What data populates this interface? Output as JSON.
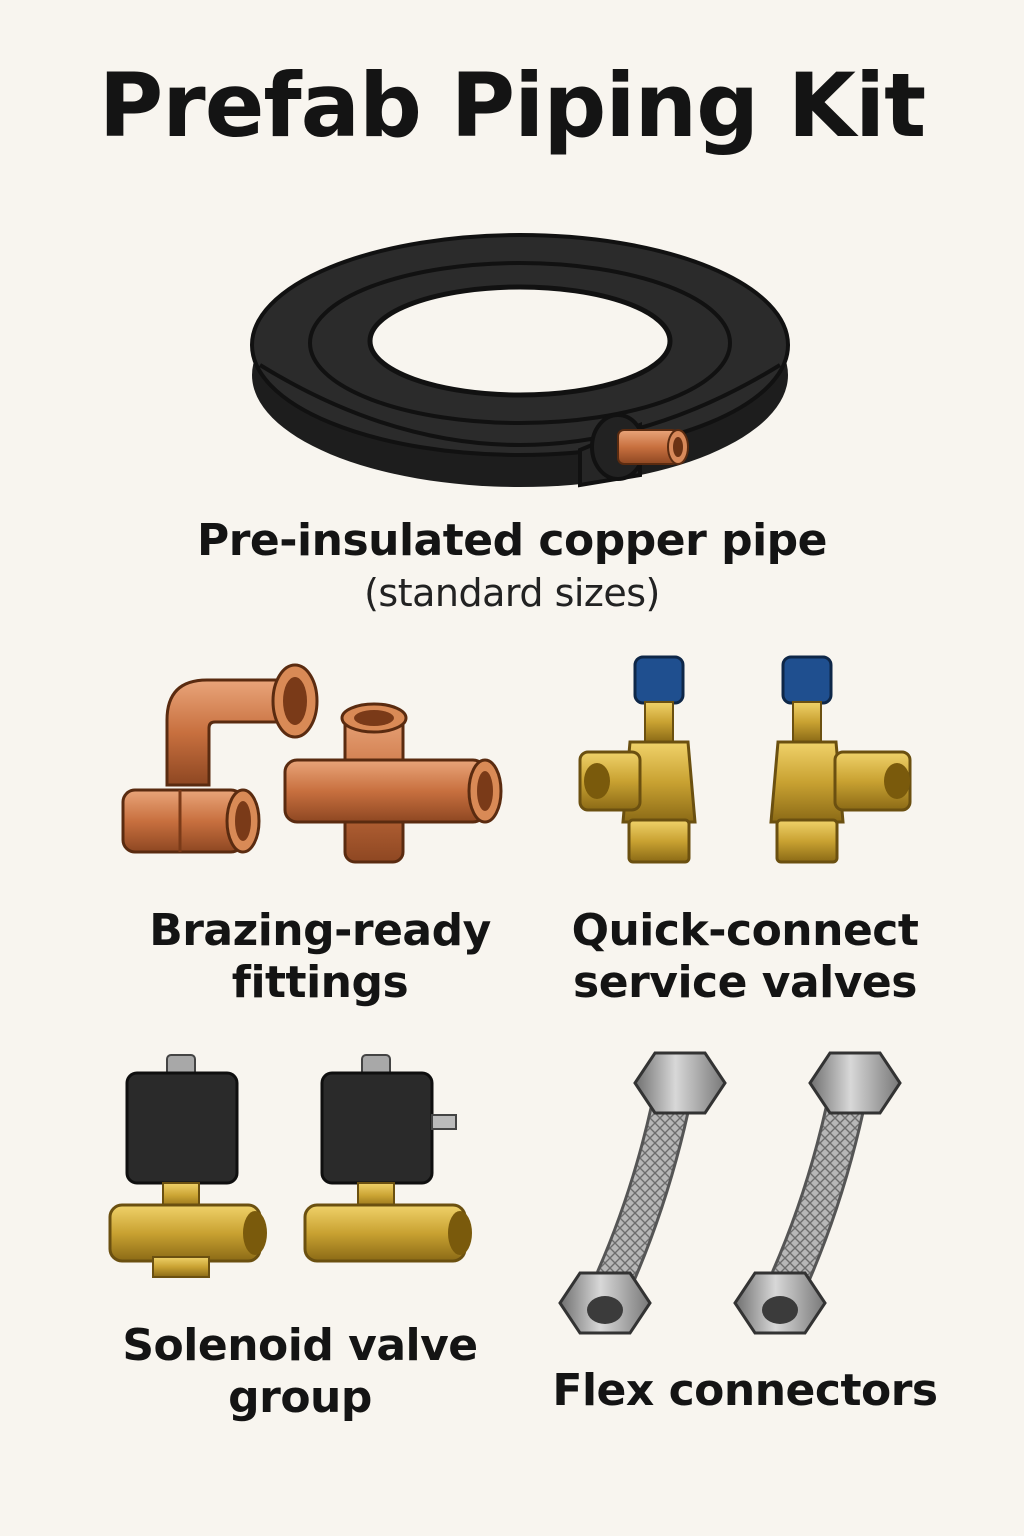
{
  "title": "Prefab Piping Kit",
  "items": [
    {
      "label": "Pre-insulated copper pipe",
      "sublabel": "(standard sizes)",
      "icon": "insulated-pipe-coil-icon"
    },
    {
      "label_line1": "Brazing-ready",
      "label_line2": "fittings",
      "icon": "copper-fittings-icon"
    },
    {
      "label_line1": "Quick-connect",
      "label_line2": "service valves",
      "icon": "service-valve-icon"
    },
    {
      "label_line1": "Solenoid valve",
      "label_line2": "group",
      "icon": "solenoid-valve-icon"
    },
    {
      "label": "Flex connectors",
      "icon": "braided-hose-icon"
    }
  ],
  "colors": {
    "background": "#f8f5ef",
    "insulation": "#262626",
    "copper": "#c8703f",
    "brass": "#c9a232",
    "valve_cap": "#1f4f8f",
    "steel": "#9a9a9a"
  }
}
